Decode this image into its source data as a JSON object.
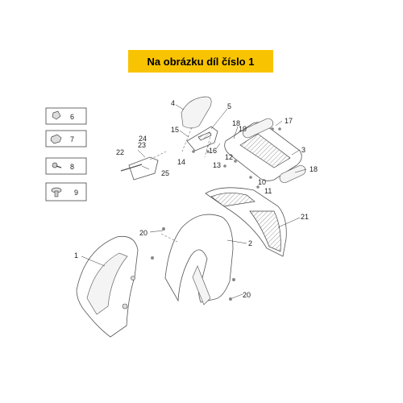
{
  "banner": {
    "text": "Na obrázku díl číslo 1"
  },
  "legend": [
    {
      "num": "6",
      "icon": "clip-icon"
    },
    {
      "num": "7",
      "icon": "nut-icon"
    },
    {
      "num": "8",
      "icon": "screw-icon"
    },
    {
      "num": "9",
      "icon": "grommet-icon"
    }
  ],
  "callouts": {
    "c1": "1",
    "c2": "2",
    "c3": "3",
    "c4": "4",
    "c5": "5",
    "c10": "10",
    "c11": "11",
    "c12": "12",
    "c13": "13",
    "c14": "14",
    "c15": "15",
    "c16": "16",
    "c17": "17",
    "c18a": "18",
    "c18b": "18",
    "c19": "19",
    "c20a": "20",
    "c20b": "20",
    "c21": "21",
    "c22": "22",
    "c23": "23",
    "c24": "24",
    "c25": "25"
  }
}
